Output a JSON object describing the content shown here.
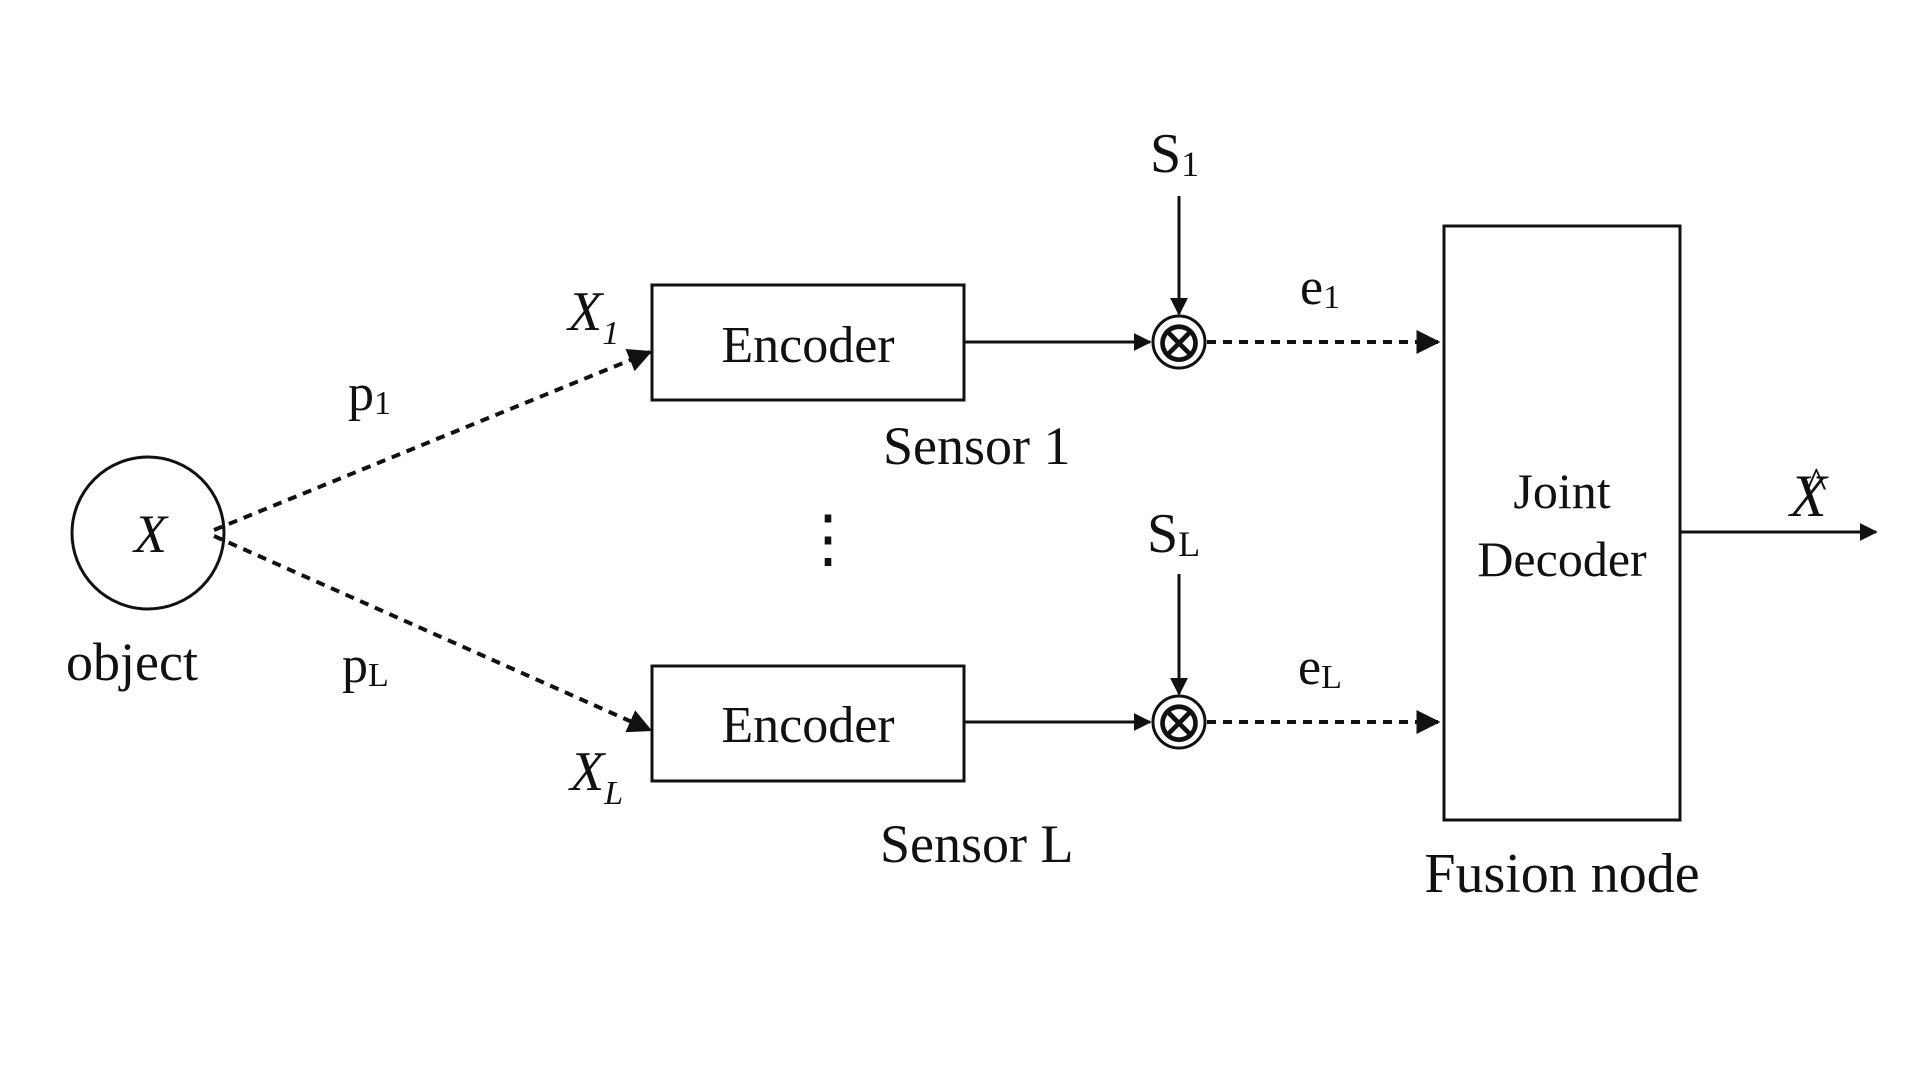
{
  "object": {
    "symbol": "X",
    "label": "object"
  },
  "paths": [
    {
      "name": "p",
      "sub": "1"
    },
    {
      "name": "p",
      "sub": "L"
    }
  ],
  "inputs": [
    {
      "name": "X",
      "sub": "1"
    },
    {
      "name": "X",
      "sub": "L"
    }
  ],
  "encoders": [
    {
      "label": "Encoder",
      "sensor": "Sensor 1"
    },
    {
      "label": "Encoder",
      "sensor": "Sensor L"
    }
  ],
  "keys": [
    {
      "name": "S",
      "sub": "1"
    },
    {
      "name": "S",
      "sub": "L"
    }
  ],
  "errors": [
    {
      "name": "e",
      "sub": "1"
    },
    {
      "name": "e",
      "sub": "L"
    }
  ],
  "multiplier_symbol": "⊗",
  "ellipsis": "⋮",
  "decoder": {
    "line1": "Joint",
    "line2": "Decoder",
    "label": "Fusion node"
  },
  "output": {
    "symbol": "X",
    "accent": "^"
  }
}
